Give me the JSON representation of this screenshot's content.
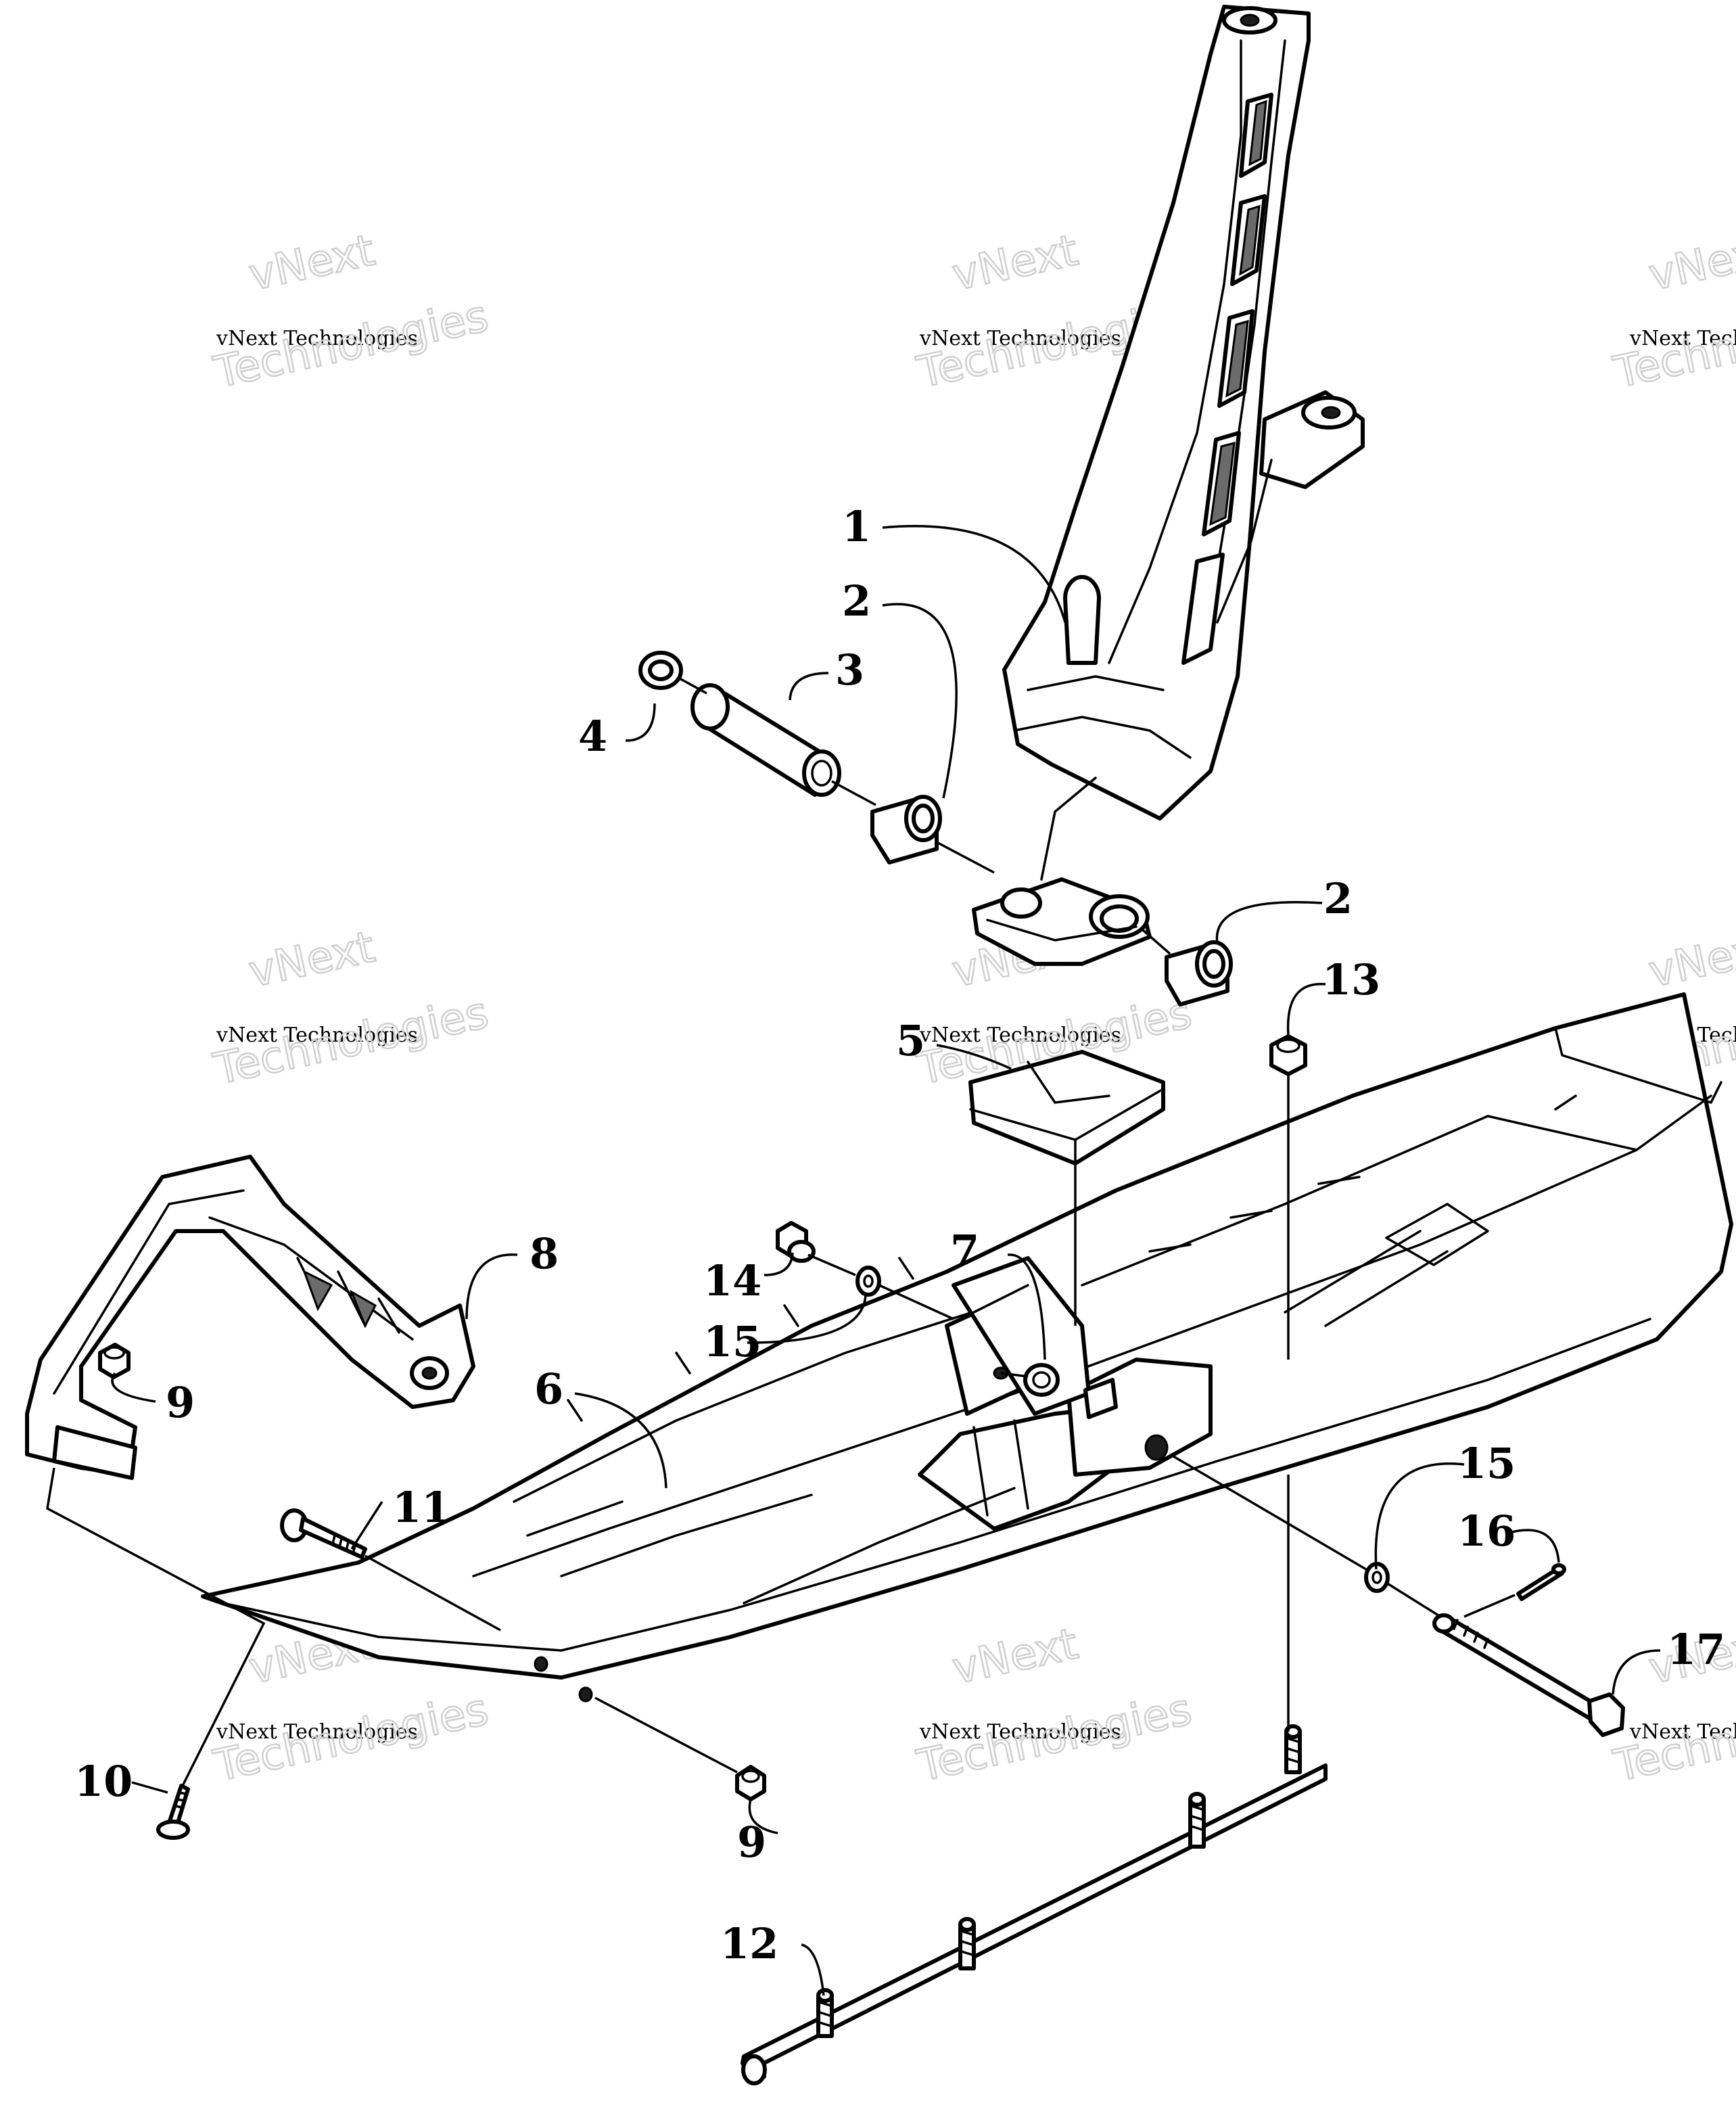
{
  "callouts": [
    {
      "id": "c1",
      "label": "1"
    },
    {
      "id": "c2a",
      "label": "2"
    },
    {
      "id": "c2b",
      "label": "2"
    },
    {
      "id": "c3",
      "label": "3"
    },
    {
      "id": "c4",
      "label": "4"
    },
    {
      "id": "c5",
      "label": "5"
    },
    {
      "id": "c6",
      "label": "6"
    },
    {
      "id": "c7",
      "label": "7"
    },
    {
      "id": "c8",
      "label": "8"
    },
    {
      "id": "c9a",
      "label": "9"
    },
    {
      "id": "c9b",
      "label": "9"
    },
    {
      "id": "c10",
      "label": "10"
    },
    {
      "id": "c11",
      "label": "11"
    },
    {
      "id": "c12",
      "label": "12"
    },
    {
      "id": "c13",
      "label": "13"
    },
    {
      "id": "c14",
      "label": "14"
    },
    {
      "id": "c15a",
      "label": "15"
    },
    {
      "id": "c15b",
      "label": "15"
    },
    {
      "id": "c16",
      "label": "16"
    },
    {
      "id": "c17",
      "label": "17"
    }
  ],
  "watermark": {
    "line1": "vNext",
    "line2": "vNext Technologies",
    "line3": "Technologies"
  }
}
